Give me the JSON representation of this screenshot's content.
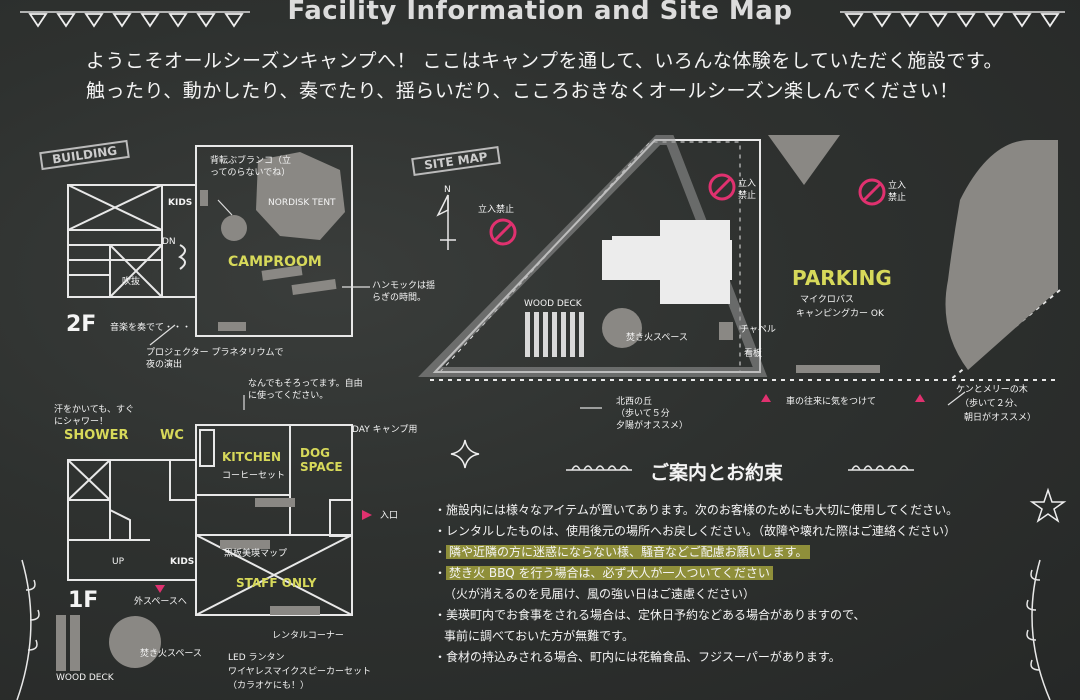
{
  "title": "Facility Information and Site Map",
  "intro": [
    "ようこそオールシーズンキャンプへ！ ここはキャンプを通して、いろんな体験をしていただく施設です。",
    "触ったり、動かしたり、奏でたり、揺らいだり、こころおきなくオールシーズン楽しんでください！"
  ],
  "building": {
    "tag": "BUILDING",
    "floor2": {
      "label": "2F",
      "swing_note": "背転ぶブランコ（立ってのらないでね）",
      "tent": "NORDISK TENT",
      "kids": "KIDS",
      "dn": "DN",
      "fukinuke": "吹抜",
      "camproom": "CAMPROOM",
      "hammock_note": "ハンモックは揺らぎの時間。",
      "music_note": "音楽を奏でて・・・",
      "projector_note": "プロジェクター プラネタリウムで夜の演出"
    },
    "floor1": {
      "label": "1F",
      "free_note": "なんでもそろってます。自由に使ってください。",
      "shower_note": "汗をかいても、すぐにシャワー！",
      "shower": "SHOWER",
      "wc": "WC",
      "kitchen": "KITCHEN",
      "coffee": "コーヒーセット",
      "dog_space": "DOG SPACE",
      "day_camp": "DAY キャンプ用",
      "entrance": "入口",
      "blackboard_map": "黒板美瑛マップ",
      "staff_only": "STAFF ONLY",
      "kids": "KIDS",
      "up": "UP",
      "to_outside": "外スペースへ",
      "rental_corner": "レンタルコーナー",
      "bonfire": "焚き火スペース",
      "wood_deck": "WOOD DECK",
      "rental_items": [
        "LED ランタン",
        "ワイヤレスマイクスピーカーセット",
        "（カラオケにも！）"
      ]
    }
  },
  "site_map": {
    "tag": "SITE MAP",
    "north": "N",
    "no_entry": [
      "立入禁止",
      "立入禁止",
      "立入禁止"
    ],
    "wood_deck": "WOOD DECK",
    "bonfire": "焚き火スペース",
    "chapel": "チャペル",
    "sign": "看板",
    "parking": "PARKING",
    "parking_note": [
      "マイクロバス",
      "キャンピングカー OK"
    ],
    "hill_note": [
      "北西の丘",
      "（歩いて５分",
      "夕陽がオススメ）"
    ],
    "traffic_note": "車の往来に気をつけて",
    "tree_note": [
      "ケンとメリーの木",
      "（歩いて２分、",
      "朝日がオススメ）"
    ]
  },
  "rules": {
    "heading": "ご案内とお約束",
    "items": [
      {
        "text": "施設内には様々なアイテムが置いてあります。次のお客様のためにも大切に使用してください。",
        "highlight": false
      },
      {
        "text": "レンタルしたものは、使用後元の場所へお戻しください。（故障や壊れた際はご連絡ください）",
        "highlight": false
      },
      {
        "text": "隣や近隣の方に迷惑にならない様、騒音などご配慮お願いします。",
        "highlight": true
      },
      {
        "text": "焚き火 BBQ を行う場合は、必ず大人が一人ついてください",
        "highlight": true
      },
      {
        "text": "（火が消えるのを見届け、風の強い日はご遠慮ください）",
        "highlight": false,
        "sub": true
      },
      {
        "text": "美瑛町内でお食事をされる場合は、定休日予約などある場合がありますので、",
        "highlight": false
      },
      {
        "text": "事前に調べておいた方が無難です。",
        "highlight": false,
        "sub": true
      },
      {
        "text": "食材の持込みされる場合、町内には花輪食品、フジスーパーがあります。",
        "highlight": false
      }
    ]
  },
  "colors": {
    "accent": "#d7d95a",
    "warning": "#e0316f",
    "chalk": "#f2f2f2",
    "board": "#2e312f"
  }
}
